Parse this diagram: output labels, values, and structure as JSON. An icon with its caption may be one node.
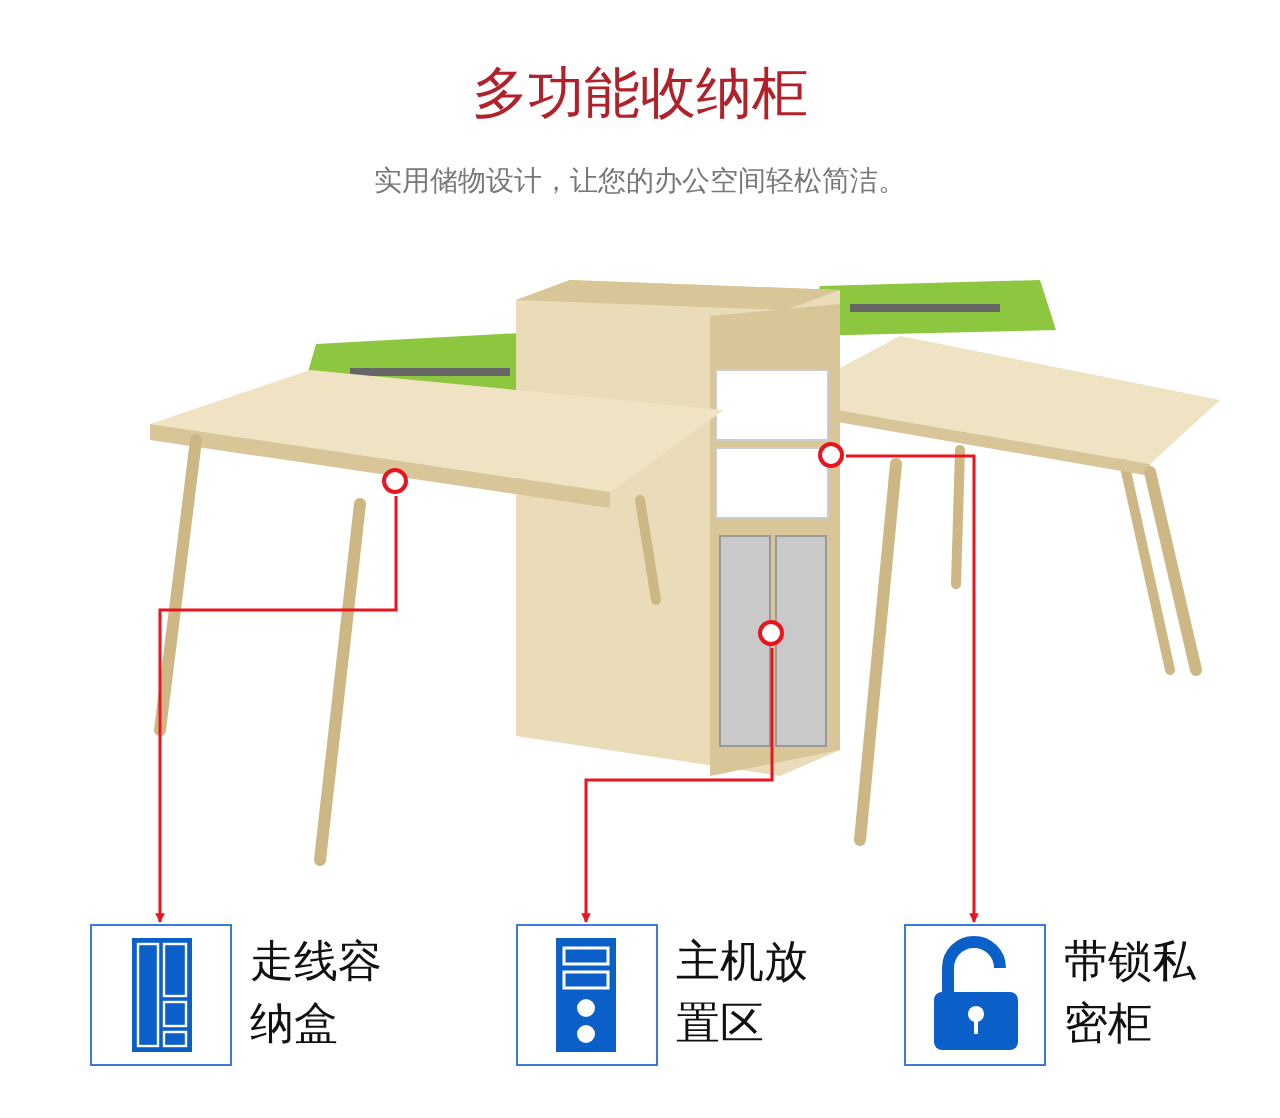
{
  "diagram": {
    "title": "多功能收纳柜",
    "nodes": [
      {
        "text": [],
        "shape": "circle"
      },
      {
        "text": [],
        "shape": "circle"
      },
      {
        "text": [],
        "shape": "circle"
      },
      {
        "text": [
          "走线容纳盒"
        ]
      },
      {
        "text": [
          "主机放置区"
        ]
      },
      {
        "text": [
          "带锁私密柜"
        ]
      }
    ],
    "edges": [
      {
        "from": 0,
        "to": 3,
        "arrow": "to"
      },
      {
        "from": 1,
        "to": 4,
        "arrow": "to"
      },
      {
        "from": 2,
        "to": 5,
        "arrow": "to"
      }
    ],
    "labels": [
      "实用储物设计，让您的办公空间轻松简洁。"
    ]
  }
}
